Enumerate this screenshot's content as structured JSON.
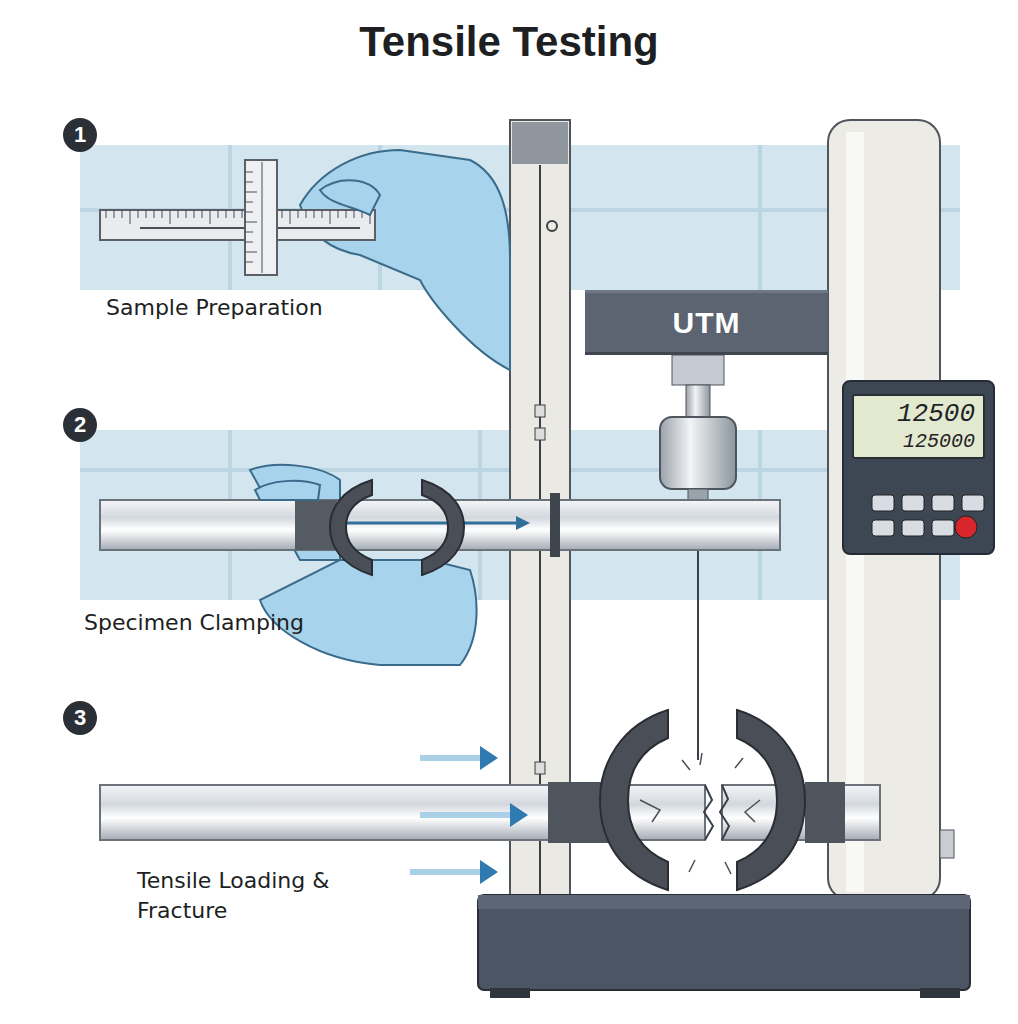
{
  "diagram": {
    "title": "Tensile Testing",
    "nodes": [
      {
        "text": [
          "1"
        ]
      },
      {
        "text": [
          "2"
        ]
      },
      {
        "text": [
          "3"
        ]
      },
      {
        "text": [
          "UTM"
        ]
      },
      {
        "text": [
          "12500",
          "125000"
        ]
      }
    ],
    "labels": [
      "Sample Preparation",
      "Specimen Clamping",
      "Tensile Loading & Fracture"
    ]
  }
}
